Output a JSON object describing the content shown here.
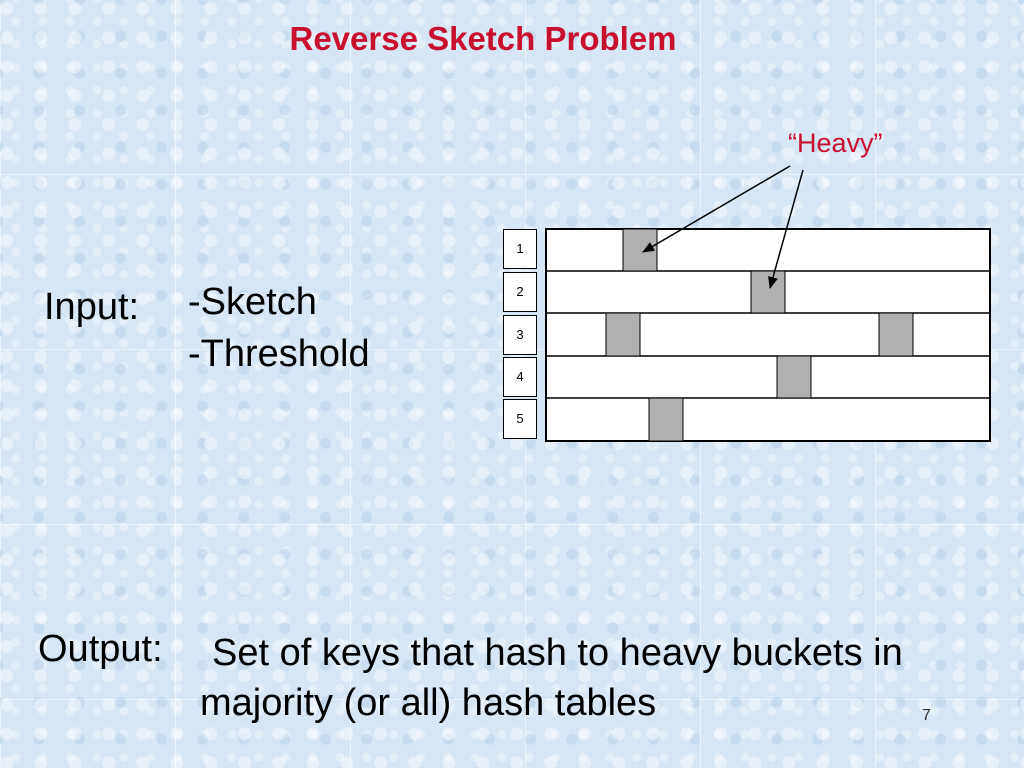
{
  "title": "Reverse Sketch Problem",
  "heavy_label": "“Heavy”",
  "input": {
    "label": "Input:",
    "items": [
      "-Sketch",
      "-Threshold"
    ]
  },
  "output": {
    "label": "Output:",
    "text": "Set of keys that hash to heavy buckets in majority (or all) hash tables"
  },
  "page_number": "7",
  "sketch": {
    "rows": [
      "1",
      "2",
      "3",
      "4",
      "5"
    ],
    "heavy_fill": "#b0b0b0",
    "arrow_color": "#000000"
  }
}
